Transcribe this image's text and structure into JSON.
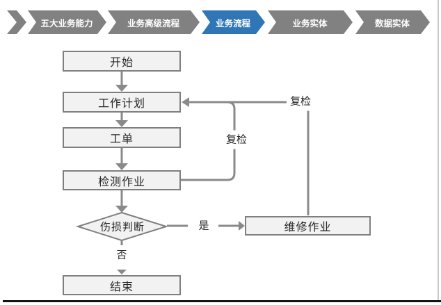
{
  "nav": {
    "items": [
      {
        "label": "五大业务能力",
        "active": false
      },
      {
        "label": "业务高级流程",
        "active": false
      },
      {
        "label": "业务流程",
        "active": true
      },
      {
        "label": "业务实体",
        "active": false
      },
      {
        "label": "数据实体",
        "active": false
      }
    ]
  },
  "flowchart": {
    "nodes": {
      "start": "开始",
      "plan": "工作计划",
      "order": "工单",
      "inspect": "检测作业",
      "decision": "伤损判断",
      "repair": "维修作业",
      "end": "结束"
    },
    "edge_labels": {
      "recheck_inner": "复检",
      "recheck_outer": "复检",
      "yes": "是",
      "no": "否"
    }
  },
  "colors": {
    "chevron_gray": "#818181",
    "active_chevron": "#2E76B5",
    "nav_text": "#FFFFFF",
    "node_fill": "#F2F2F2",
    "node_border": "#7F7F7F",
    "connector": "#8A8A8A",
    "text": "#262626",
    "divider": "#141414"
  }
}
